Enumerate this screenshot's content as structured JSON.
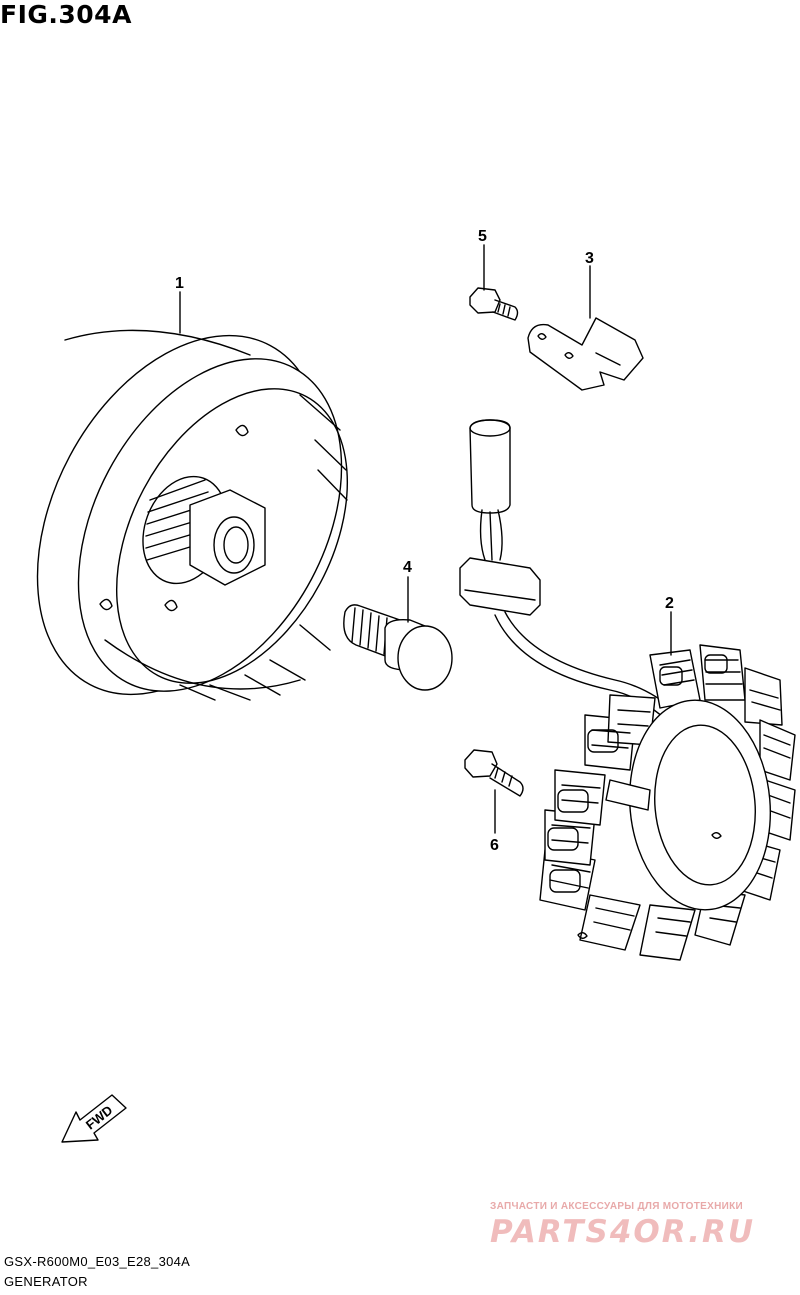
{
  "figure": {
    "title": "FIG.304A"
  },
  "callouts": [
    {
      "id": "1"
    },
    {
      "id": "2"
    },
    {
      "id": "3"
    },
    {
      "id": "4"
    },
    {
      "id": "5"
    },
    {
      "id": "6"
    }
  ],
  "direction_marker": {
    "label": "FWD",
    "icon": "arrow-left-down-icon"
  },
  "footer": {
    "model_code": "GSX-R600M0_E03_E28_304A",
    "group_name": "GENERATOR"
  },
  "watermark": {
    "subtitle": "ЗАПЧАСТИ И АКСЕССУАРЫ ДЛЯ МОТОТЕХНИКИ",
    "brand": "PARTS4OR.RU"
  }
}
